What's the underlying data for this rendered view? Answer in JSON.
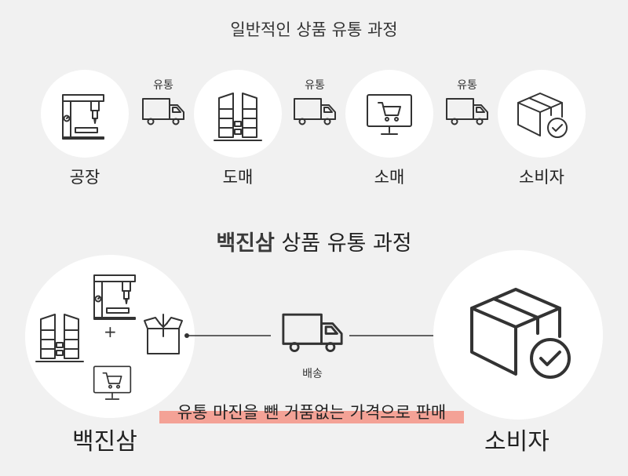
{
  "top_title": "일반적인 상품 유통 과정",
  "stages": [
    {
      "label": "공장",
      "icon": "factory-icon"
    },
    {
      "label": "도매",
      "icon": "warehouse-shelves-icon"
    },
    {
      "label": "소매",
      "icon": "monitor-cart-icon"
    },
    {
      "label": "소비자",
      "icon": "box-check-icon"
    }
  ],
  "transit_label": "유통",
  "mid_title": {
    "brand": "백진삼",
    "rest": " 상품 유통 과정"
  },
  "plus_sign": "+",
  "delivery_label": "배송",
  "left_label": "백진삼",
  "right_label": "소비자",
  "highlight_text": "유통 마진을 뺀 거품없는 가격으로 판매",
  "colors": {
    "background": "#f1f1f1",
    "circle": "#ffffff",
    "highlight": "#f4a296",
    "icon": "#333333"
  }
}
